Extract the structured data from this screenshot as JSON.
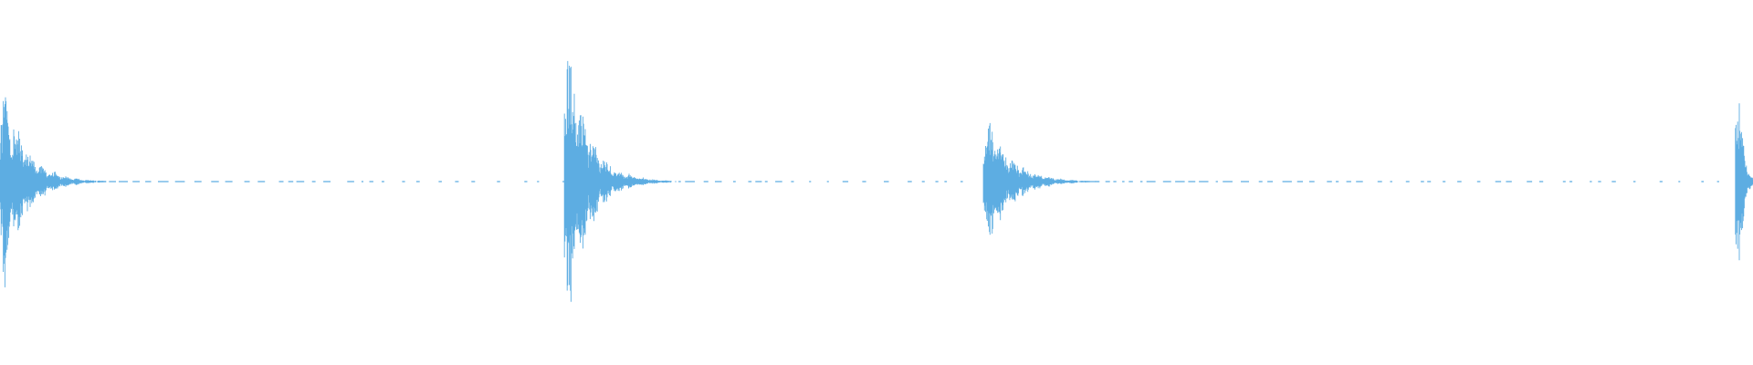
{
  "waveform": {
    "color": "#5dade2",
    "background": "#ffffff",
    "duration_fraction_note": "",
    "transients": [
      {
        "time": 0.0,
        "peak": 0.7,
        "decay": 0.1,
        "tail": 0.285
      },
      {
        "time": 0.322,
        "peak": 0.88,
        "decay": 0.1,
        "tail": 0.2
      },
      {
        "time": 0.561,
        "peak": 0.46,
        "decay": 0.11,
        "tail": 0.38
      },
      {
        "time": 0.99,
        "peak": 0.78,
        "decay": 0.02,
        "tail": 0.01
      }
    ]
  }
}
